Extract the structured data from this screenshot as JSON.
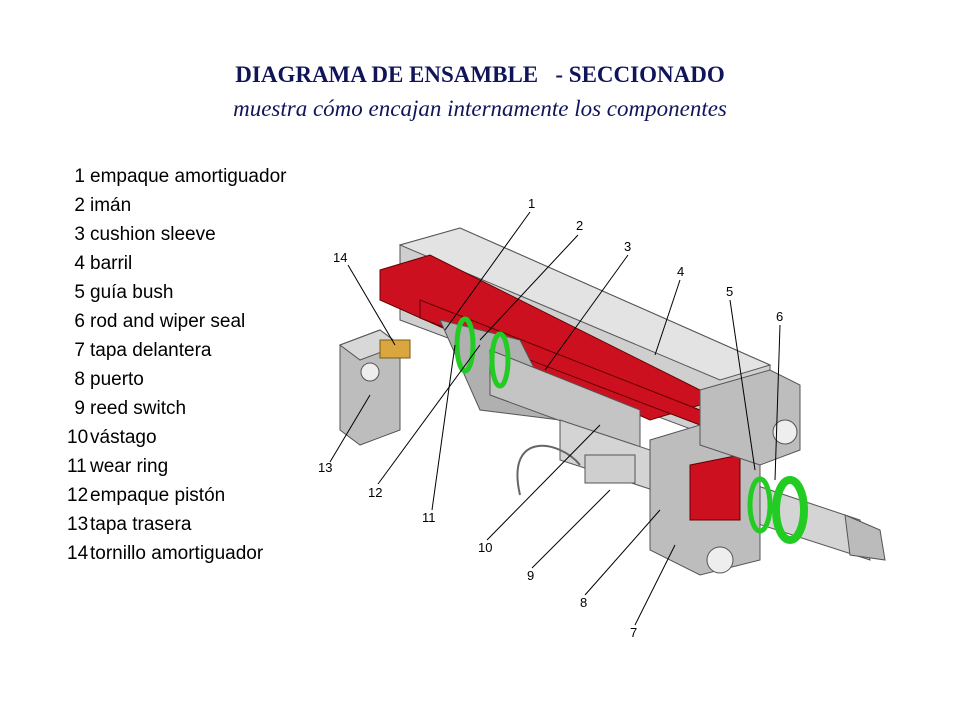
{
  "header": {
    "title": "DIAGRAMA DE ENSAMBLE   - SECCIONADO",
    "subtitle": "muestra cómo encajan internamente los componentes"
  },
  "legend": [
    {
      "num": "1",
      "label": "empaque amortiguador"
    },
    {
      "num": "2",
      "label": "imán"
    },
    {
      "num": "3",
      "label": "cushion sleeve"
    },
    {
      "num": "4",
      "label": "barril"
    },
    {
      "num": "5",
      "label": "guía bush"
    },
    {
      "num": "6",
      "label": "rod and wiper seal"
    },
    {
      "num": "7",
      "label": "tapa delantera"
    },
    {
      "num": "8",
      "label": "puerto"
    },
    {
      "num": "9",
      "label": "reed switch"
    },
    {
      "num": "10",
      "label": "vástago"
    },
    {
      "num": "11",
      "label": "wear ring"
    },
    {
      "num": "12",
      "label": "empaque pistón"
    },
    {
      "num": "13",
      "label": "tapa trasera"
    },
    {
      "num": "14",
      "label": "tornillo amortiguador"
    }
  ],
  "callouts": [
    "1",
    "2",
    "3",
    "4",
    "5",
    "6",
    "7",
    "8",
    "9",
    "10",
    "11",
    "12",
    "13",
    "14"
  ],
  "colors": {
    "title": "#10155a",
    "section_red": "#cc1020",
    "body_gray": "#c8c8c8",
    "seal_green": "#22cc22",
    "brass": "#d9a640"
  }
}
